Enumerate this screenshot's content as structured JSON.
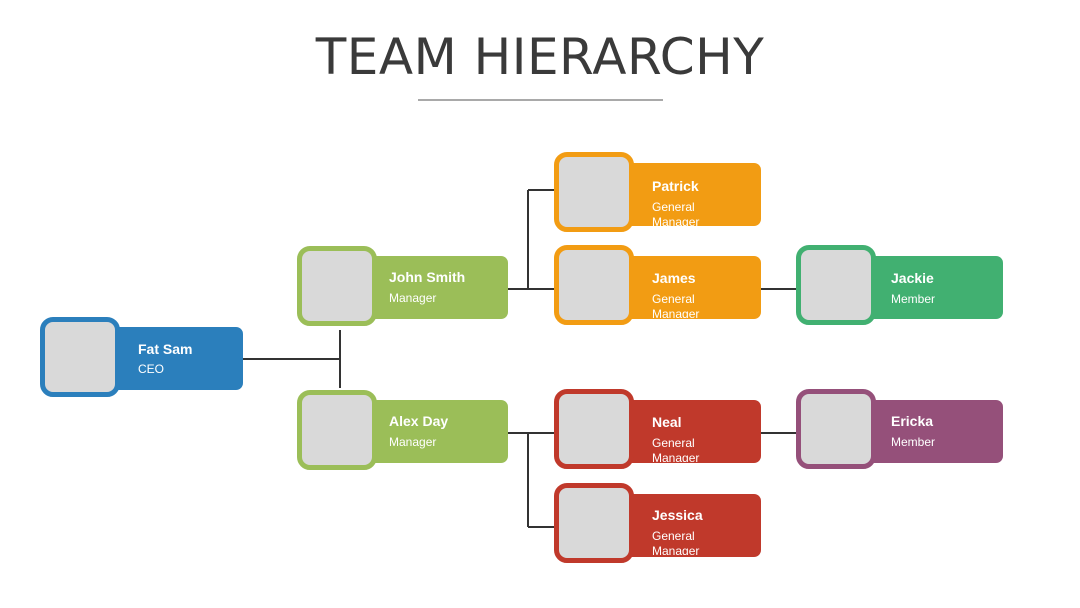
{
  "title": "TEAM HIERARCHY",
  "colors": {
    "line": "#333333",
    "avatar": "#d9d9d9",
    "blue": "#2b7fbc",
    "green": "#9bbe58",
    "orange": "#f29c13",
    "red": "#c0392b",
    "teal": "#41b071",
    "purple": "#95507a"
  },
  "nodes": {
    "fat_sam": {
      "name": "Fat Sam",
      "role": "CEO",
      "color": "#2b7fbc"
    },
    "john_smith": {
      "name": "John Smith",
      "role": "Manager",
      "color": "#9bbe58"
    },
    "alex_day": {
      "name": "Alex Day",
      "role": "Manager",
      "color": "#9bbe58"
    },
    "patrick": {
      "name": "Patrick",
      "role": "General Manager",
      "color": "#f29c13"
    },
    "james": {
      "name": "James",
      "role": "General Manager",
      "color": "#f29c13"
    },
    "neal": {
      "name": "Neal",
      "role": "General Manager",
      "color": "#c0392b"
    },
    "jessica": {
      "name": "Jessica",
      "role": "General Manager",
      "color": "#c0392b"
    },
    "jackie": {
      "name": "Jackie",
      "role": "Member",
      "color": "#41b071"
    },
    "ericka": {
      "name": "Ericka",
      "role": "Member",
      "color": "#95507a"
    }
  }
}
